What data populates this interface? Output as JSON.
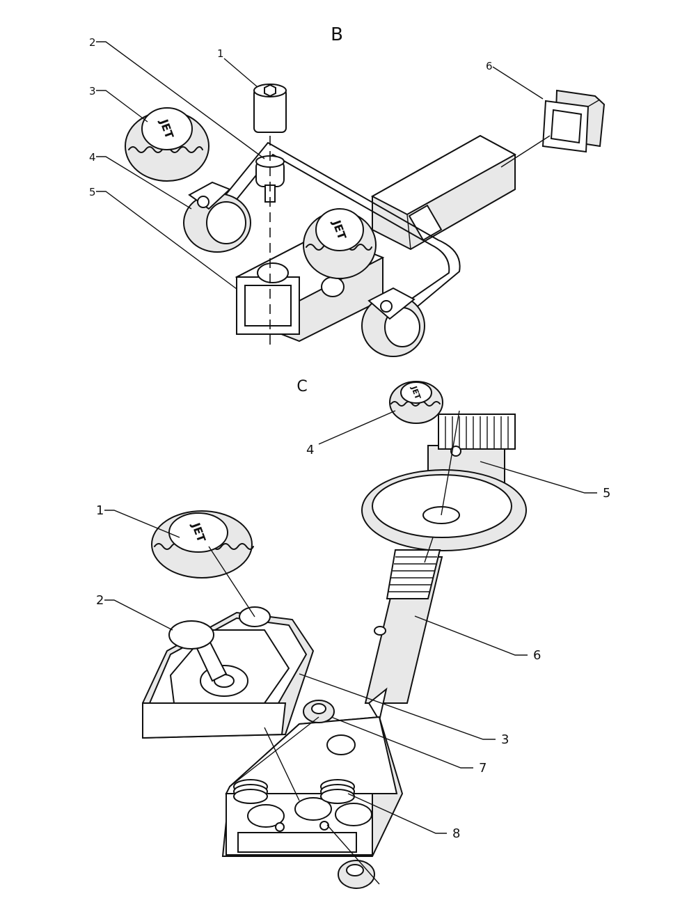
{
  "views": {
    "b": {
      "letter": "B",
      "callouts": [
        {
          "id": "b1",
          "label": "1"
        },
        {
          "id": "b2",
          "label": "2"
        },
        {
          "id": "b3",
          "label": "3"
        },
        {
          "id": "b4",
          "label": "4"
        },
        {
          "id": "b5",
          "label": "5"
        },
        {
          "id": "b6",
          "label": "6"
        }
      ],
      "knob_text": "JET"
    },
    "c": {
      "letter": "C",
      "callouts": [
        {
          "id": "c1",
          "label": "1"
        },
        {
          "id": "c2",
          "label": "2"
        },
        {
          "id": "c3",
          "label": "3"
        },
        {
          "id": "c4",
          "label": "4"
        },
        {
          "id": "c5",
          "label": "5"
        },
        {
          "id": "c6",
          "label": "6"
        },
        {
          "id": "c7",
          "label": "7"
        },
        {
          "id": "c8",
          "label": "8"
        }
      ],
      "knob_text": "JET"
    }
  }
}
